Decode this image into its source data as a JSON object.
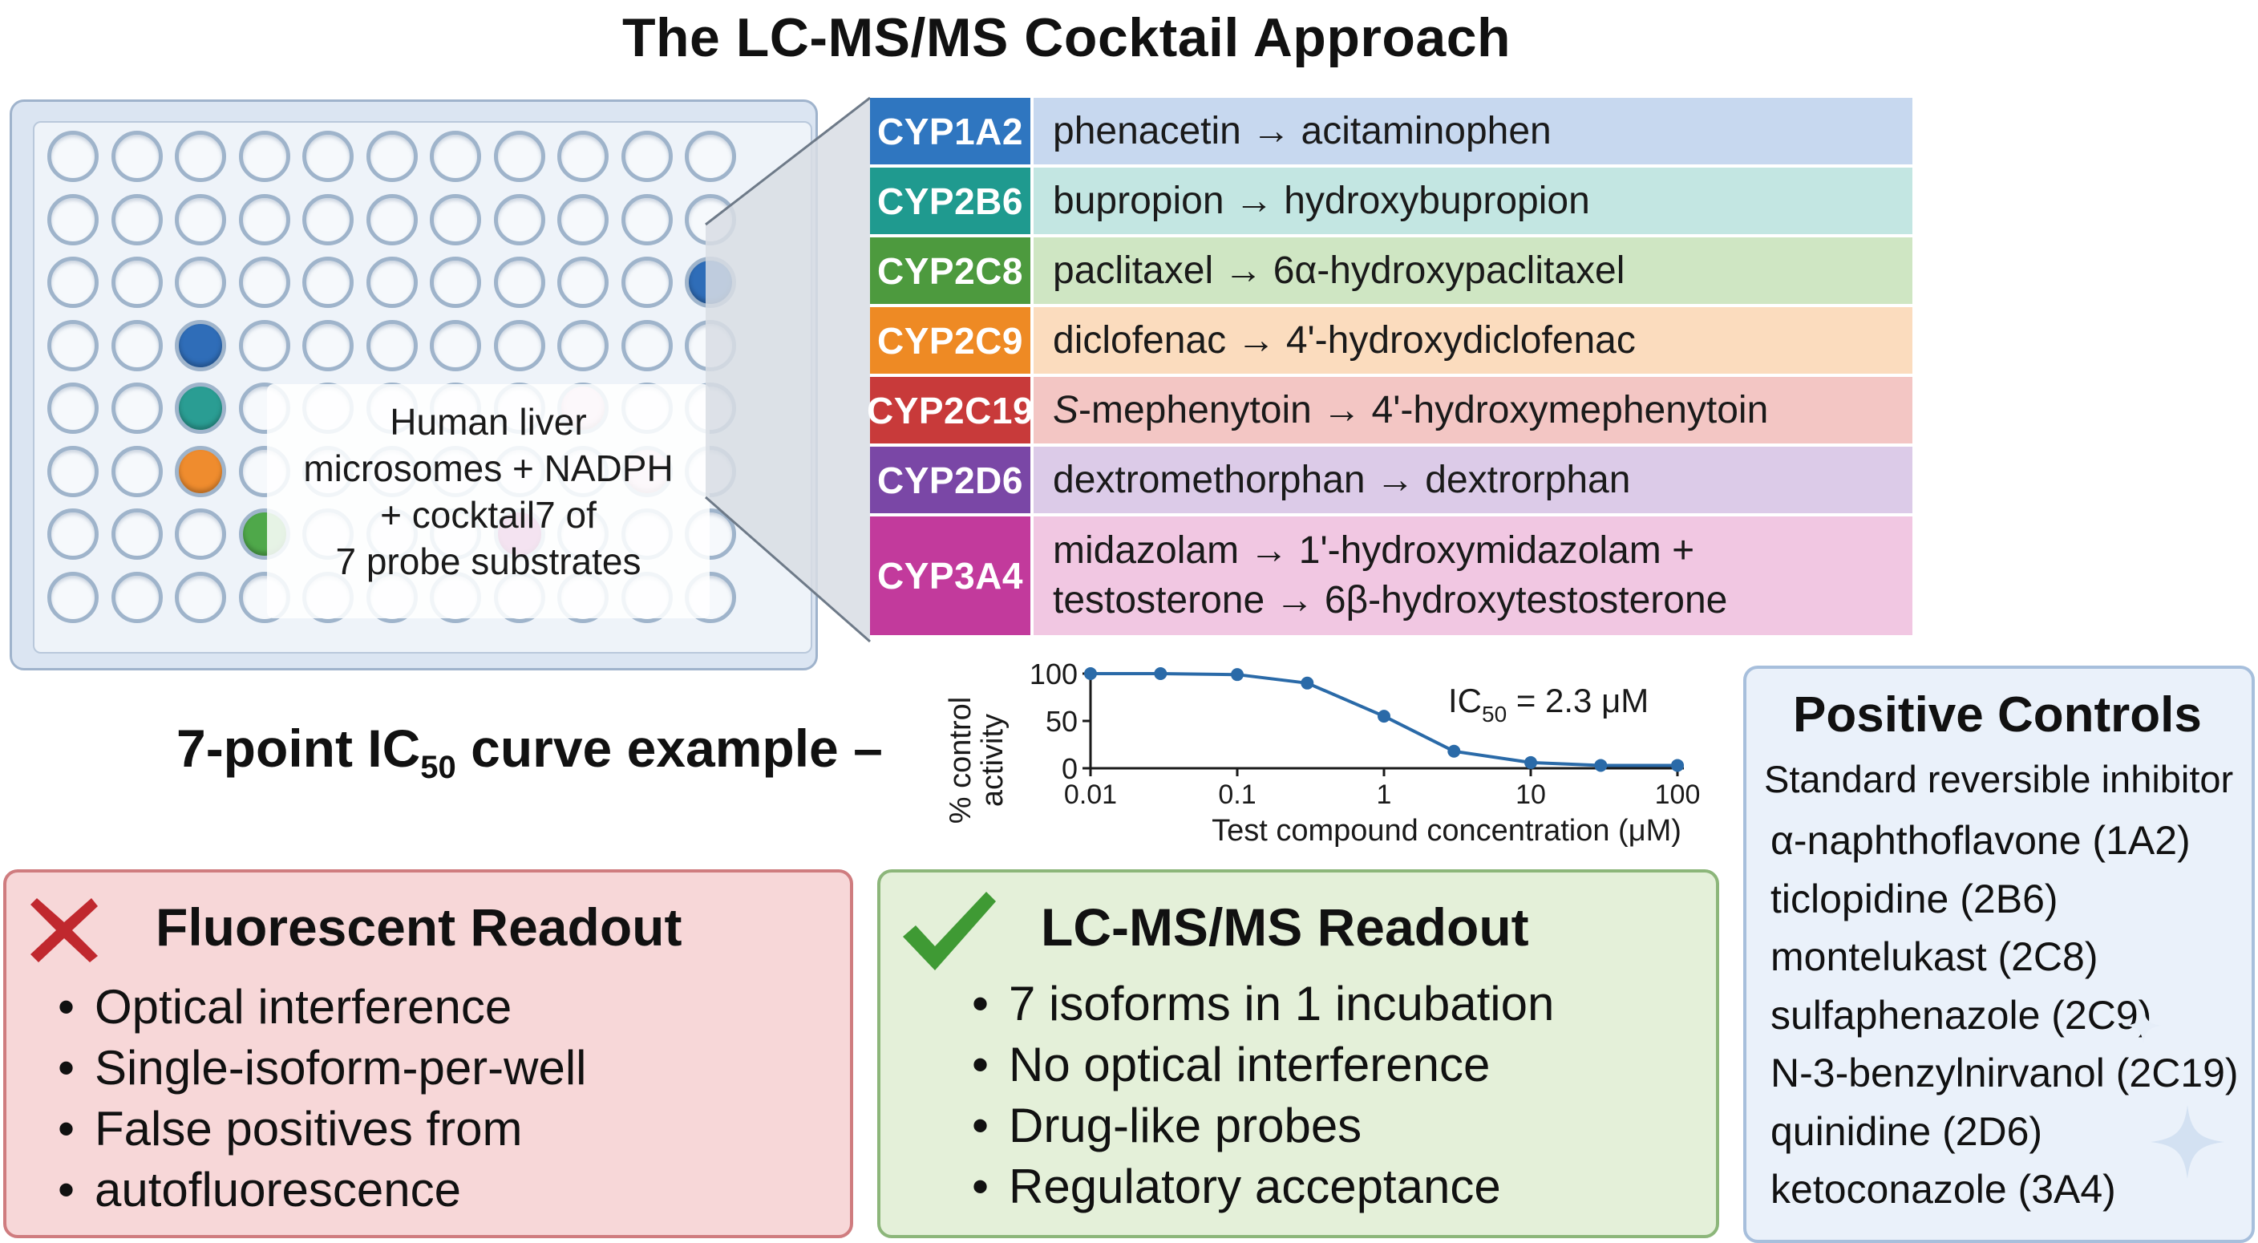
{
  "title": "The LC-MS/MS Cocktail Approach",
  "plate": {
    "label_lines": [
      "Human liver",
      "microsomes + NADPH",
      "+ cocktail7 of",
      "7 probe substrates"
    ],
    "well_colors": {
      "blue": "#2f6db8",
      "teal": "#2a9d93",
      "orange": "#ef8c2e",
      "green": "#4fa84a",
      "magenta": "#b33b9d",
      "pink": "#e8c9de"
    }
  },
  "cyp_rows": [
    {
      "name": "CYP1A2",
      "rxn": "phenacetin → acitaminophen",
      "color": "#2f76c0",
      "bg": "#c7d8ef"
    },
    {
      "name": "CYP2B6",
      "rxn": "bupropion → hydroxybupropion",
      "color": "#1f9a8f",
      "bg": "#c3e6e2"
    },
    {
      "name": "CYP2C8",
      "rxn": "paclitaxel → 6α-hydroxypaclitaxel",
      "color": "#4d9a3e",
      "bg": "#cfe6c3"
    },
    {
      "name": "CYP2C9",
      "rxn": "diclofenac → 4'-hydroxydiclofenac",
      "color": "#ee8a24",
      "bg": "#fbdcbe"
    },
    {
      "name": "CYP2C19",
      "rxn_italic": "S",
      "rxn": "-mephenytoin → 4'-hydroxymephenytoin",
      "color": "#c83a3a",
      "bg": "#f3c6c4"
    },
    {
      "name": "CYP2D6",
      "rxn": "dextromethorphan → dextrorphan",
      "color": "#7a47a6",
      "bg": "#dccbe8"
    },
    {
      "name": "CYP3A4",
      "rxn_line1": "midazolam → 1'-hydroxymidazolam +",
      "rxn_line2": "testosterone → 6β-hydroxytestosterone",
      "color": "#c23a9c",
      "bg": "#f1c7e2"
    }
  ],
  "ic50_label": {
    "pre": "7-point IC",
    "sub": "50",
    "post": " curve example –"
  },
  "chart_data": {
    "type": "line",
    "ylabel_lines": [
      "% control",
      "activity"
    ],
    "xlabel": "Test compound concentration (μM)",
    "x_scale": "log",
    "x_ticks": [
      "0.01",
      "0.1",
      "1",
      "10",
      "100"
    ],
    "y_ticks": [
      "0",
      "50",
      "100"
    ],
    "ylim": [
      0,
      100
    ],
    "xlim": [
      0.01,
      100
    ],
    "points": [
      {
        "x": 0.01,
        "y": 100
      },
      {
        "x": 0.03,
        "y": 100
      },
      {
        "x": 0.1,
        "y": 99
      },
      {
        "x": 0.3,
        "y": 90
      },
      {
        "x": 1,
        "y": 55
      },
      {
        "x": 3,
        "y": 18
      },
      {
        "x": 10,
        "y": 6
      },
      {
        "x": 30,
        "y": 3
      },
      {
        "x": 100,
        "y": 3
      }
    ],
    "annotation": {
      "pre": "IC",
      "sub": "50",
      "post": " = 2.3 μM"
    },
    "color": "#2a6aa8"
  },
  "fluorescent": {
    "title": "Fluorescent Readout",
    "bullets": [
      "Optical interference",
      "Single-isoform-per-well",
      "False positives from",
      "autofluorescence"
    ]
  },
  "lcms": {
    "title": "LC-MS/MS Readout",
    "bullets": [
      "7 isoforms in 1 incubation",
      "No optical interference",
      "Drug-like probes",
      "Regulatory acceptance"
    ]
  },
  "positive_controls": {
    "title": "Positive Controls",
    "subtitle": "Standard reversible inhibitor",
    "items": [
      "α-naphthoflavone (1A2)",
      "ticlopidine (2B6)",
      "montelukast (2C8)",
      "sulfaphenazole (2C9)",
      "N-3-benzylnirvanol (2C19)",
      "quinidine (2D6)",
      "ketoconazole (3A4)"
    ]
  }
}
